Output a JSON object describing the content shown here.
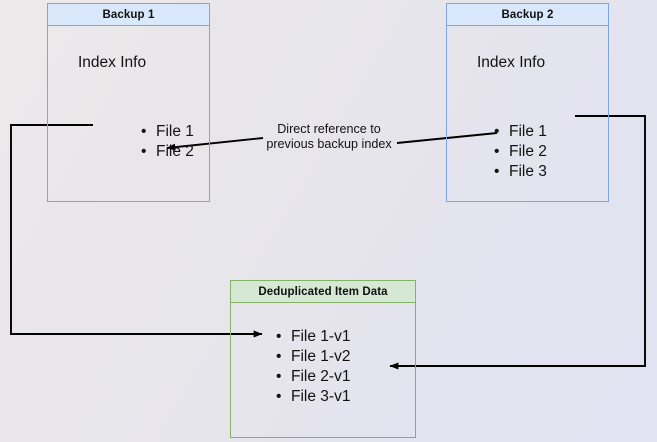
{
  "diagram": {
    "title_hidden": "Backup deduplication reference diagram",
    "background": {
      "from_color": "#eceaea",
      "to_color": "#e1e2f2"
    },
    "colors": {
      "blue_border": "#7ea6d8",
      "blue_header_fill": "#dae8fc",
      "green_border": "#82b366",
      "green_header_fill": "#d5e8d4",
      "arrow": "#000000",
      "text": "#121212"
    },
    "nodes": [
      {
        "id": "backup-1",
        "header": "Backup 1",
        "body_label": "Index Info",
        "items": [
          "File 1",
          "File 2"
        ]
      },
      {
        "id": "backup-2",
        "header": "Backup 2",
        "body_label": "Index Info",
        "items": [
          "File 1",
          "File 2",
          "File 3"
        ]
      },
      {
        "id": "dedup-store",
        "header": "Deduplicated Item Data",
        "items": [
          "File 1-v1",
          "File 1-v2",
          "File 2-v1",
          "File 3-v1"
        ]
      }
    ],
    "annotations": [
      {
        "id": "direct-reference-caption",
        "line1": "Direct reference to",
        "line2": "previous backup index"
      }
    ]
  }
}
